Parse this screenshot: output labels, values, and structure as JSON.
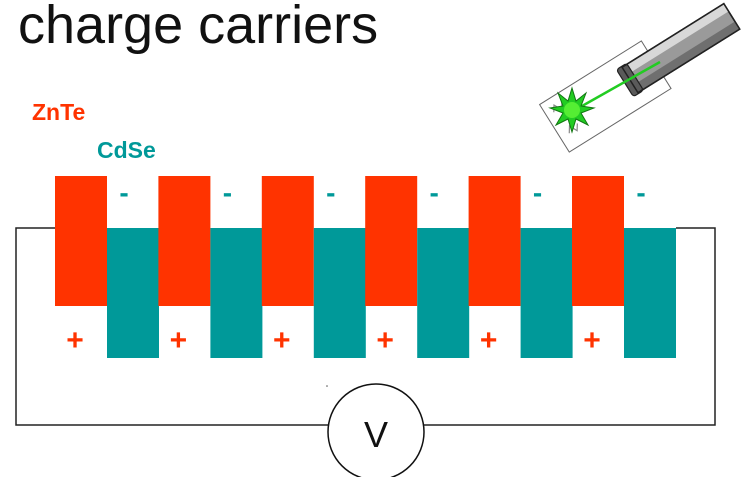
{
  "title": "charge carriers",
  "materials": {
    "znte": {
      "label": "ZnTe",
      "color": "#ff3300"
    },
    "cdse": {
      "label": "CdSe",
      "color": "#009999"
    }
  },
  "charges": {
    "negative": "-",
    "positive": "+"
  },
  "meter": {
    "label": "V"
  },
  "pairs": 6
}
